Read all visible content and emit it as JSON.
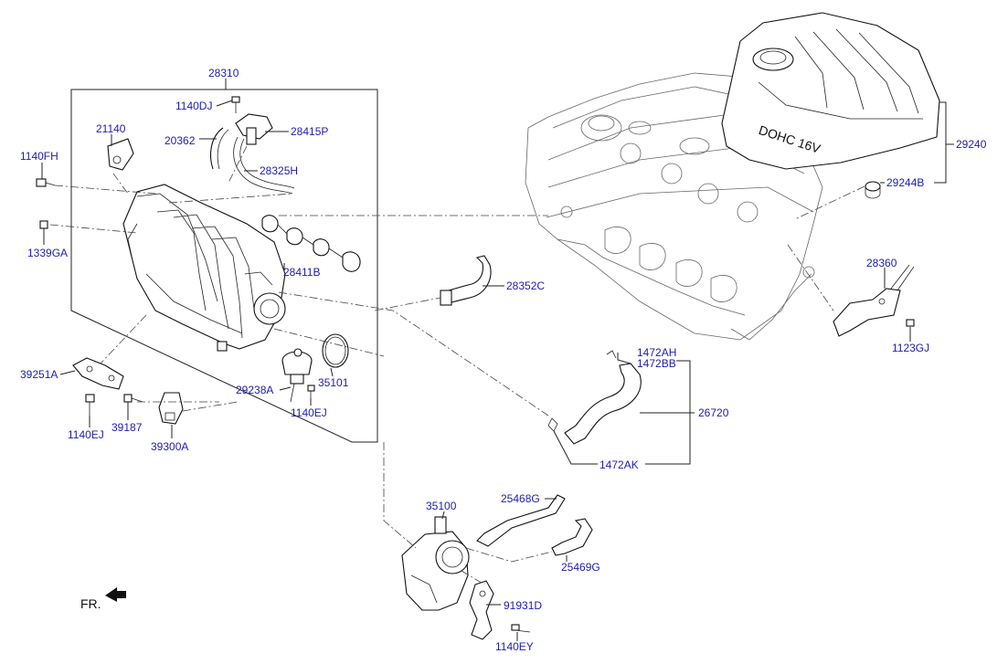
{
  "labels": {
    "l28310": "28310",
    "l1140DJ": "1140DJ",
    "l21140": "21140",
    "l20362": "20362",
    "l28415P": "28415P",
    "l1140FH": "1140FH",
    "l28325H": "28325H",
    "l1339GA": "1339GA",
    "l28411B": "28411B",
    "l28352C": "28352C",
    "l29240": "29240",
    "l29244B": "29244B",
    "l28360": "28360",
    "l1123GJ": "1123GJ",
    "l39251A": "39251A",
    "l1140EJ_a": "1140EJ",
    "l39187": "39187",
    "l39300A": "39300A",
    "l29238A": "29238A",
    "l35101": "35101",
    "l1140EJ_b": "1140EJ",
    "l1472AH": "1472AH",
    "l1472BB": "1472BB",
    "l26720": "26720",
    "l1472AK": "1472AK",
    "l35100": "35100",
    "l25468G": "25468G",
    "l25469G": "25469G",
    "l91931D": "91931D",
    "l1140EY": "1140EY"
  },
  "direction": {
    "label": "FR."
  },
  "cover_logo": "DOHC 16V",
  "colors": {
    "label": "#1c1cb0",
    "line": "#222222"
  }
}
